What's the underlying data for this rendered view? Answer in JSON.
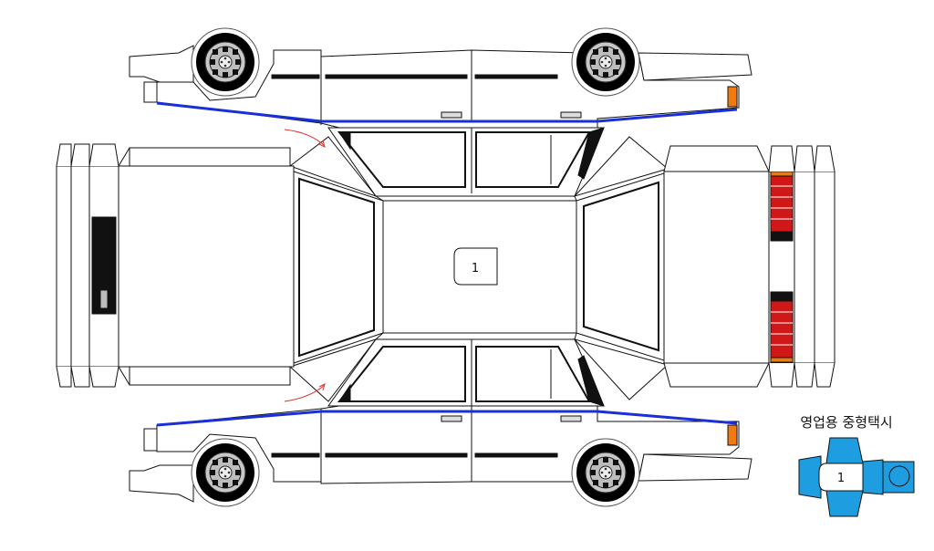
{
  "roof_sign": {
    "label": "1"
  },
  "legend": {
    "caption": "영업용 중형택시",
    "sign_label": "1",
    "accent_color": "#1e9de0"
  },
  "colors": {
    "body": "#ffffff",
    "outline": "#111111",
    "stripe": "#1a2fd6",
    "tail_light": "#d01818",
    "indicator": "#f07a10",
    "tire": "#000000",
    "fold_arrow": "#e03030"
  }
}
